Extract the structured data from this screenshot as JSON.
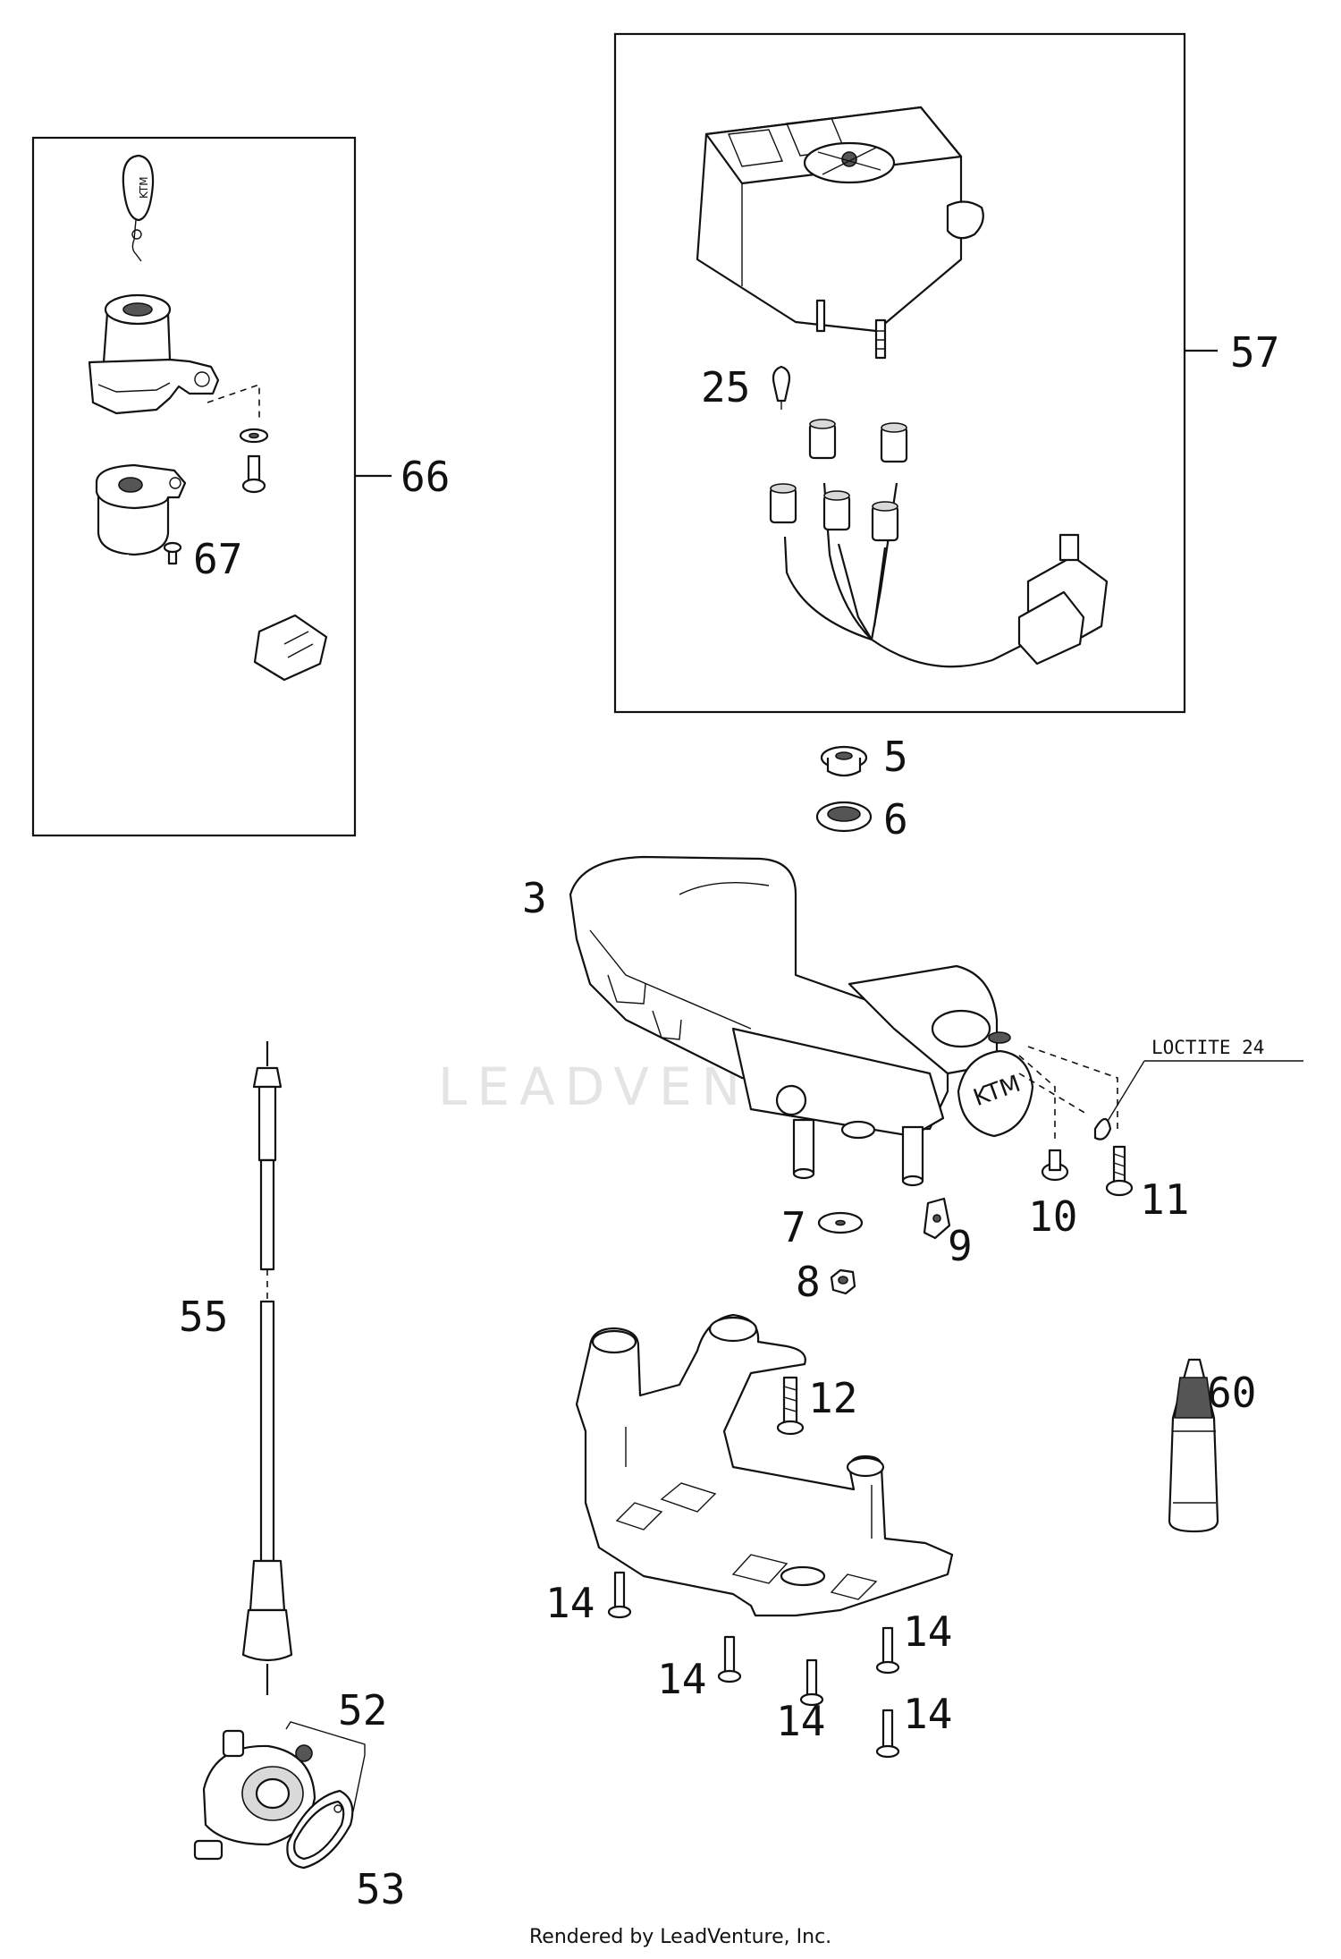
{
  "callouts": {
    "p3": "3",
    "p5": "5",
    "p6": "6",
    "p7": "7",
    "p8": "8",
    "p9": "9",
    "p10": "10",
    "p11": "11",
    "p12": "12",
    "p14a": "14",
    "p14b": "14",
    "p14c": "14",
    "p14d": "14",
    "p14e": "14",
    "p25": "25",
    "p52": "52",
    "p53": "53",
    "p55": "55",
    "p57": "57",
    "p60": "60",
    "p66": "66",
    "p67": "67"
  },
  "annotation": {
    "loctite": "LOCTITE 24"
  },
  "watermark": "LEADVENTURE",
  "footer": "Rendered by LeadVenture, Inc."
}
